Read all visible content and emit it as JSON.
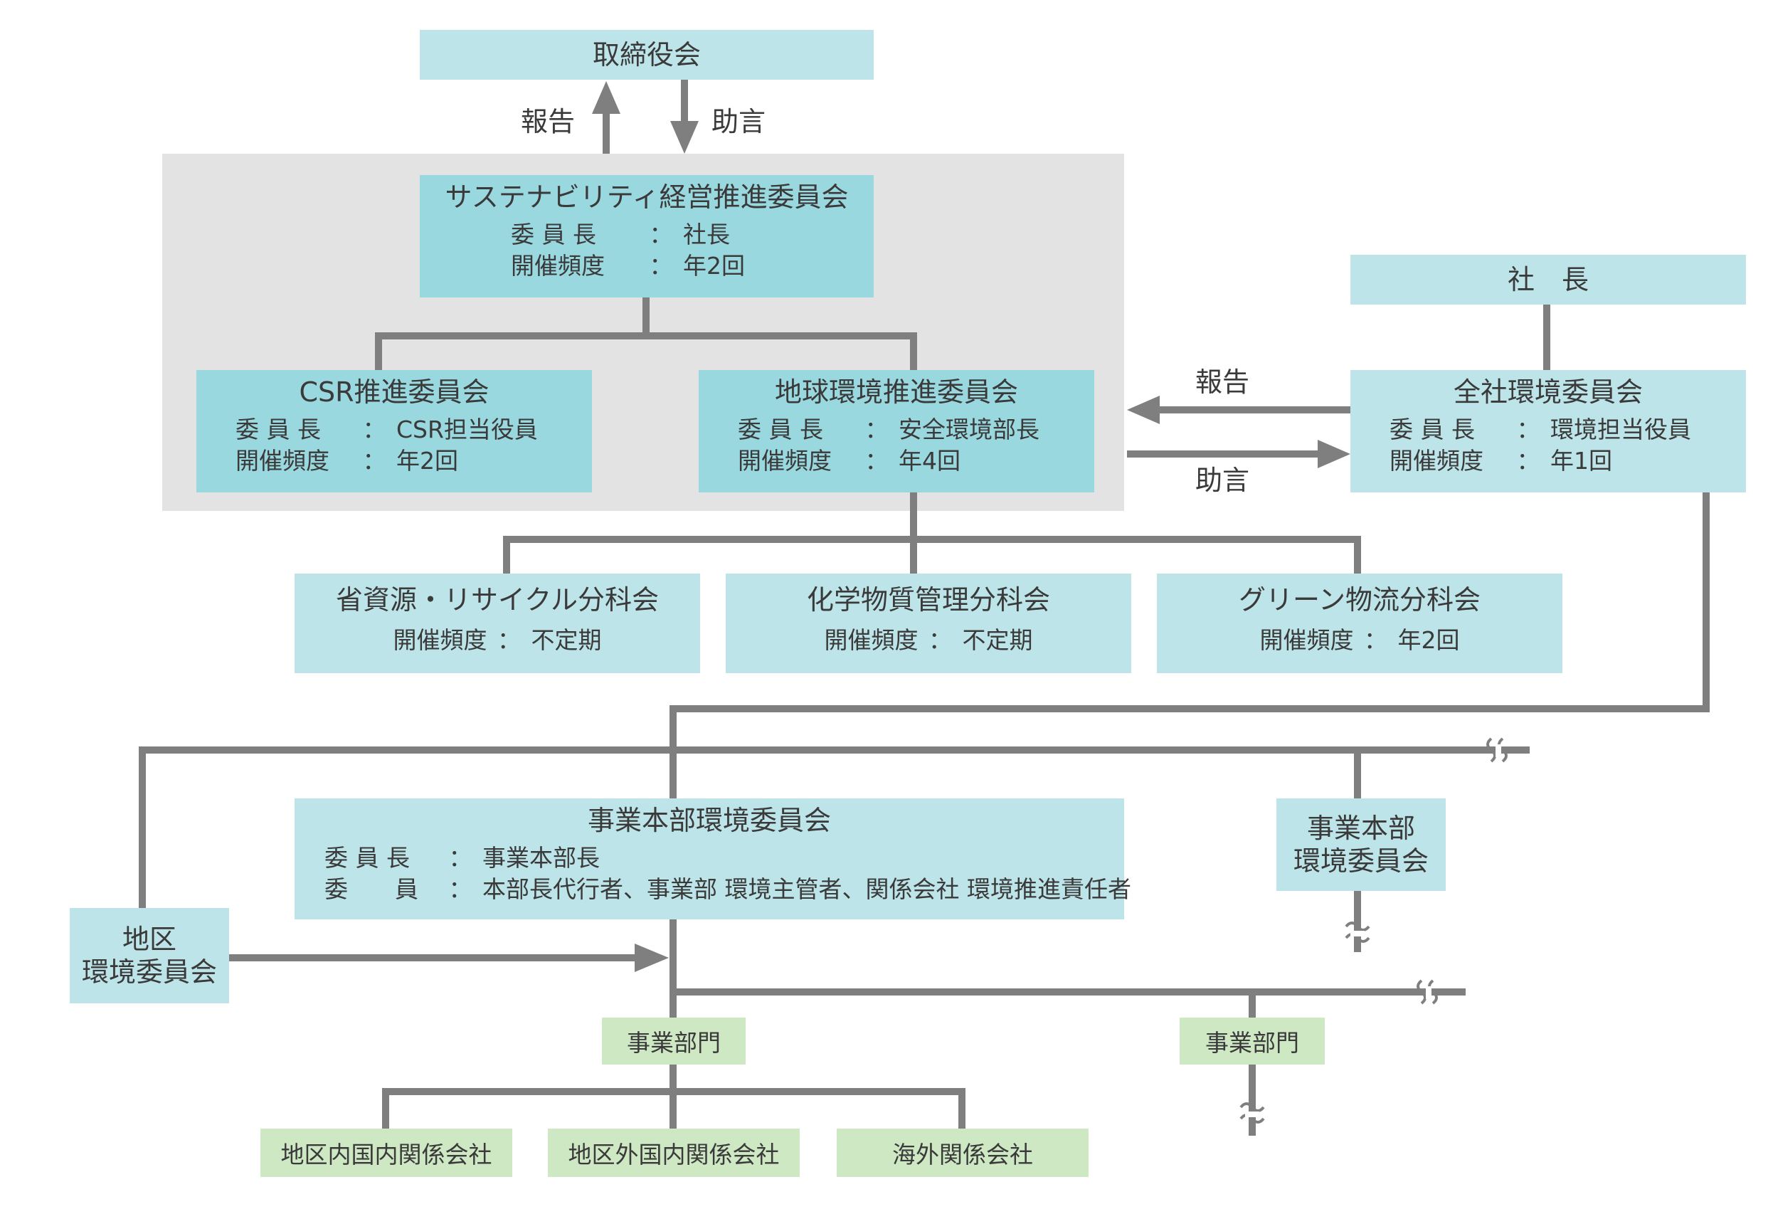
{
  "board": {
    "title": "取締役会",
    "report": "報告",
    "advice": "助言"
  },
  "sustain": {
    "title": "サステナビリティ経営推進委員会",
    "chair_key": "委 員 長",
    "chair_val": "社長",
    "freq_key": "開催頻度",
    "freq_val": "年2回"
  },
  "csr": {
    "title": "CSR推進委員会",
    "chair_key": "委 員 長",
    "chair_val": "CSR担当役員",
    "freq_key": "開催頻度",
    "freq_val": "年2回"
  },
  "global_env": {
    "title": "地球環境推進委員会",
    "chair_key": "委 員 長",
    "chair_val": "安全環境部長",
    "freq_key": "開催頻度",
    "freq_val": "年4回"
  },
  "president": {
    "title": "社　長"
  },
  "company_env": {
    "title": "全社環境委員会",
    "chair_key": "委 員 長",
    "chair_val": "環境担当役員",
    "freq_key": "開催頻度",
    "freq_val": "年1回",
    "report": "報告",
    "advice": "助言"
  },
  "subcommittees": [
    {
      "title": "省資源・リサイクル分科会",
      "freq_key": "開催頻度",
      "freq_val": "不定期"
    },
    {
      "title": "化学物質管理分科会",
      "freq_key": "開催頻度",
      "freq_val": "不定期"
    },
    {
      "title": "グリーン物流分科会",
      "freq_key": "開催頻度",
      "freq_val": "年2回"
    }
  ],
  "division_env": {
    "title": "事業本部環境委員会",
    "chair_key": "委 員 長",
    "chair_val": "事業本部長",
    "member_key": "委　　員",
    "member_val": "本部長代行者、事業部 環境主管者、関係会社 環境推進責任者"
  },
  "division_env_small": {
    "line1": "事業本部",
    "line2": "環境委員会"
  },
  "district_env": {
    "line1": "地区",
    "line2": "環境委員会"
  },
  "dept_left": "事業部門",
  "dept_right": "事業部門",
  "affiliates": [
    "地区内国内関係会社",
    "地区外国内関係会社",
    "海外関係会社"
  ],
  "colon": "：",
  "colors": {
    "light": "#bde4e8",
    "dark": "#9ad8e0",
    "green": "#cde8c3",
    "panel": "#e3e3e4",
    "line": "#7f7f80"
  }
}
